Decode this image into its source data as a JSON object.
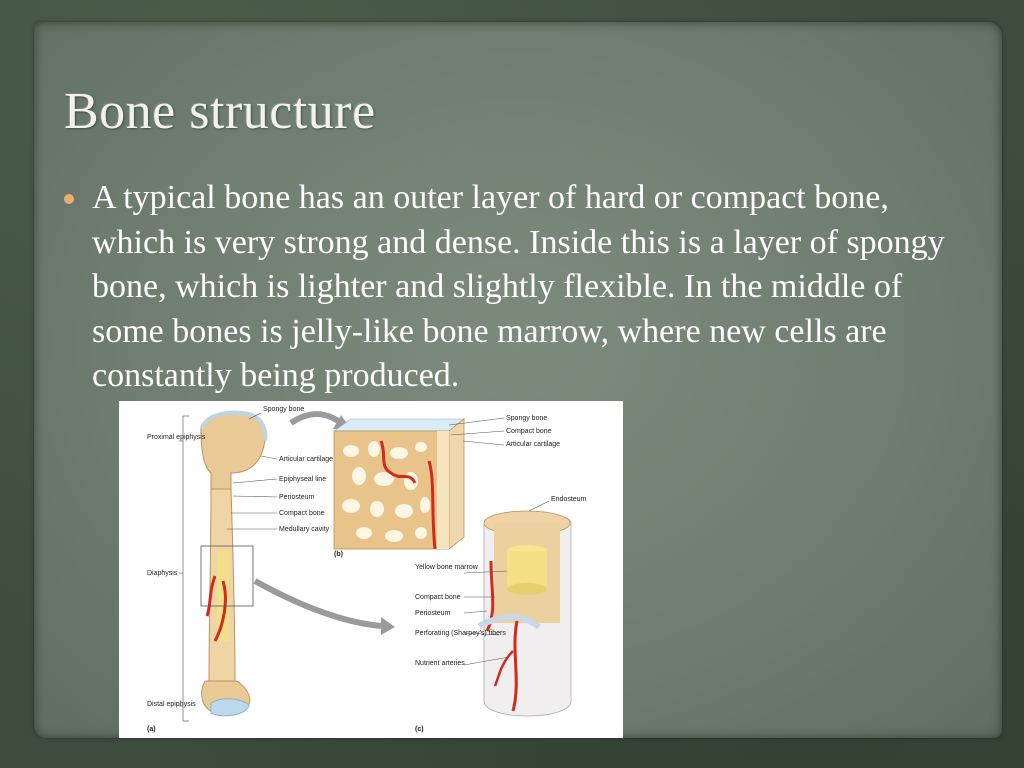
{
  "slide": {
    "title": "Bone structure",
    "bullet": "A typical bone has an outer layer of hard or compact bone, which is very strong and dense. Inside this is a layer of spongy bone, which is lighter and slightly flexible. In the middle of some bones is jelly-like bone marrow, where new cells are constantly being produced.",
    "colors": {
      "background": "#3e4c3e",
      "paper": "#748274",
      "title_text": "#f2f2ec",
      "body_text": "#ffffff",
      "bullet": "#e8b070",
      "artery": "#d42a1e",
      "bone": "#f0d6a8"
    }
  },
  "figure": {
    "labels_a": {
      "spongy_bone": "Spongy bone",
      "proximal_epiphysis": "Proximal epiphysis",
      "articular_cartilage": "Articular cartilage",
      "epiphyseal_line": "Epiphyseal line",
      "periosteum": "Periosteum",
      "compact_bone": "Compact bone",
      "medullary_cavity": "Medullary cavity",
      "diaphysis": "Diaphysis",
      "distal_epiphysis": "Distal epiphysis",
      "panel": "(a)"
    },
    "labels_b": {
      "spongy_bone": "Spongy bone",
      "compact_bone": "Compact bone",
      "articular_cartilage": "Articular cartilage",
      "panel": "(b)"
    },
    "labels_c": {
      "endosteum": "Endosteum",
      "yellow_bone_marrow": "Yellow bone marrow",
      "compact_bone": "Compact bone",
      "periosteum": "Periosteum",
      "perforating_fibers": "Perforating (Sharpey's) fibers",
      "nutrient_arteries": "Nutrient arteries",
      "panel": "(c)"
    }
  }
}
